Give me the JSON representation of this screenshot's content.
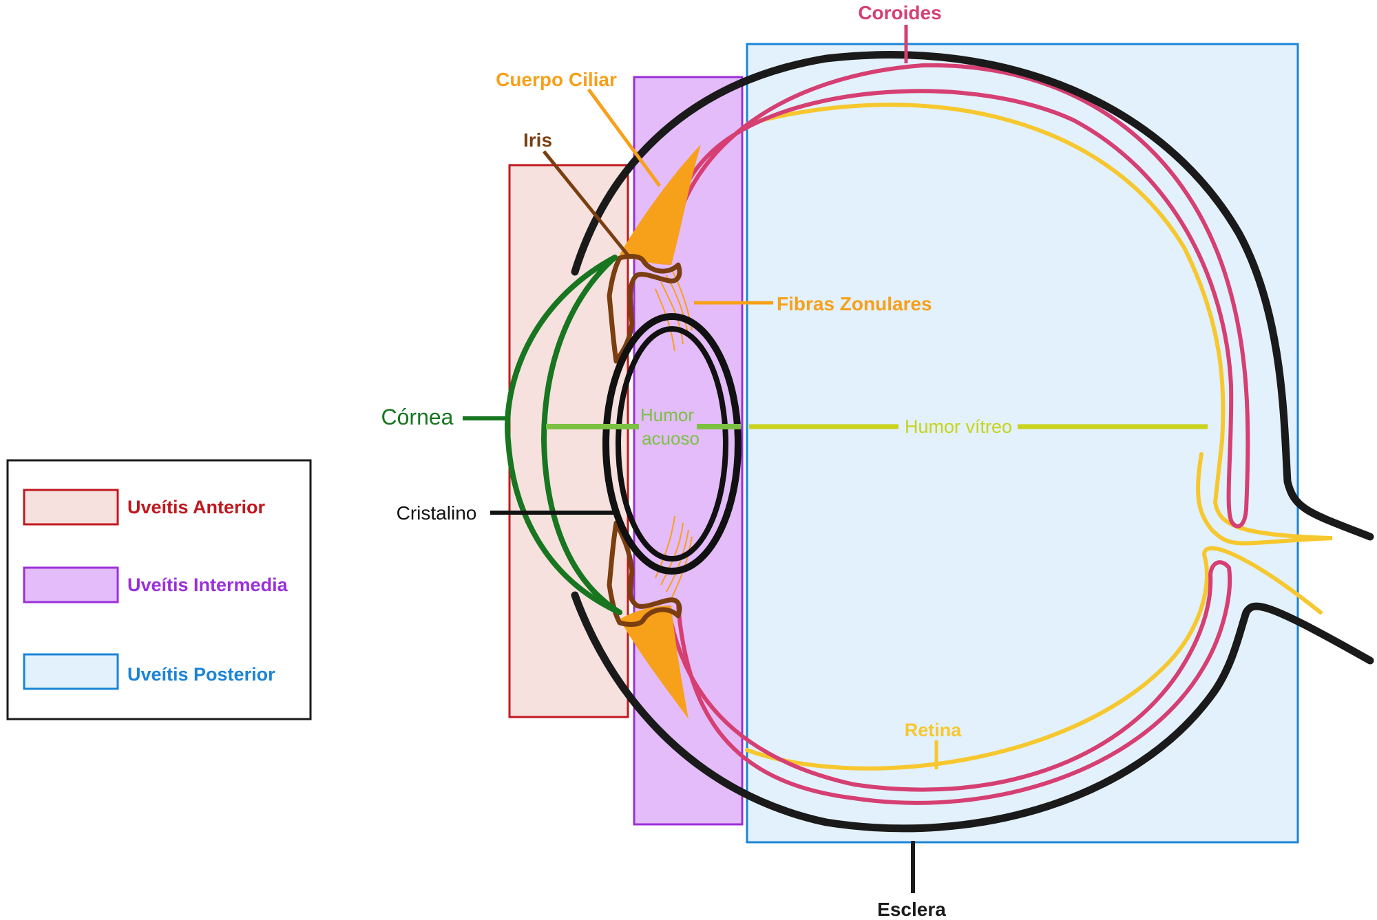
{
  "colors": {
    "anterior_stroke": "#c0181e",
    "anterior_fill": "#f6e1de",
    "intermediate_stroke": "#9b2fd9",
    "intermediate_fill": "#e3bcf9",
    "posterior_stroke": "#1b84d6",
    "posterior_fill": "#e2f1fb",
    "sclera": "#1a1a1a",
    "choroid": "#d63f72",
    "retina": "#f7c72e",
    "ciliary": "#f7a01a",
    "iris": "#7a3e10",
    "cornea": "#17761f",
    "aqueous": "#7bc142",
    "vitreous": "#c8d31a",
    "lens": "#111111"
  },
  "labels": {
    "coroides": "Coroides",
    "cuerpo_ciliar": "Cuerpo Ciliar",
    "iris": "Iris",
    "fibras_zonulares": "Fibras Zonulares",
    "cornea": "Córnea",
    "humor_acuoso_1": "Humor",
    "humor_acuoso_2": "acuoso",
    "humor_vitreo": "Humor vítreo",
    "cristalino": "Cristalino",
    "retina": "Retina",
    "esclera": "Esclera"
  },
  "legend": {
    "items": [
      {
        "label": "Uveítis Anterior",
        "color": "#c0181e",
        "fill": "#f6e1de"
      },
      {
        "label": "Uveítis Intermedia",
        "color": "#9b2fd9",
        "fill": "#e3bcf9"
      },
      {
        "label": "Uveítis Posterior",
        "color": "#1b84d6",
        "fill": "#e2f1fb"
      }
    ]
  }
}
